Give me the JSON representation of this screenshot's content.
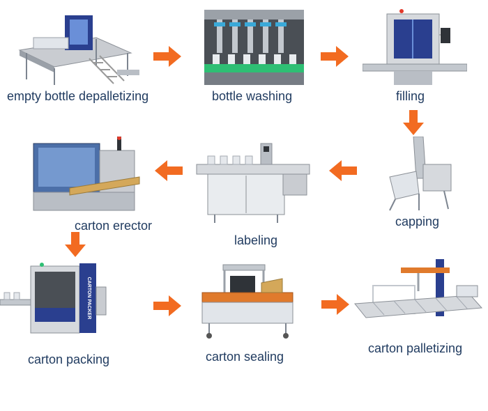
{
  "accent_color": "#f26b21",
  "label_color": "#1f3a5f",
  "steps": [
    {
      "label": "empty bottle depalletizing",
      "icon": "depalletizer-machine"
    },
    {
      "label": "bottle washing",
      "icon": "washing-machine"
    },
    {
      "label": "filling",
      "icon": "filling-machine"
    },
    {
      "label": "capping",
      "icon": "capping-machine"
    },
    {
      "label": "labeling",
      "icon": "labeling-machine"
    },
    {
      "label": "carton erector",
      "icon": "carton-erector-machine"
    },
    {
      "label": "carton packing",
      "icon": "carton-packer-machine"
    },
    {
      "label": "carton sealing",
      "icon": "carton-sealer-machine"
    },
    {
      "label": "carton palletizing",
      "icon": "palletizer-machine"
    }
  ],
  "machine_text": {
    "packer_side": "CARTON PACKER"
  }
}
